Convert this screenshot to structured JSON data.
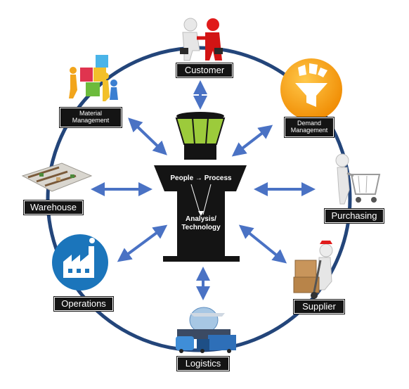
{
  "diagram": {
    "center": {
      "top_text": "People → Process",
      "bottom_text_line1": "Analysis/",
      "bottom_text_line2": "Technology"
    },
    "nodes": [
      {
        "id": "customer",
        "label": "Customer",
        "icon": "handshake-icon"
      },
      {
        "id": "demand",
        "label_line1": "Demand",
        "label_line2": "Management",
        "icon": "funnel-icon"
      },
      {
        "id": "purchasing",
        "label": "Purchasing",
        "icon": "shopping-cart-icon"
      },
      {
        "id": "supplier",
        "label": "Supplier",
        "icon": "delivery-person-icon"
      },
      {
        "id": "logistics",
        "label": "Logistics",
        "icon": "trucks-icon"
      },
      {
        "id": "operations",
        "label": "Operations",
        "icon": "factory-icon"
      },
      {
        "id": "warehouse",
        "label": "Warehouse",
        "icon": "warehouse-icon"
      },
      {
        "id": "material",
        "label_line1": "Material",
        "label_line2": "Management",
        "icon": "puzzle-team-icon"
      }
    ],
    "colors": {
      "ring": "#23457a",
      "arrow": "#4a72c4",
      "tower": "#141414",
      "tower_glass": "#9ccb3b",
      "factory_blue": "#1b75bb",
      "funnel_orange": "#f7a51b"
    }
  }
}
